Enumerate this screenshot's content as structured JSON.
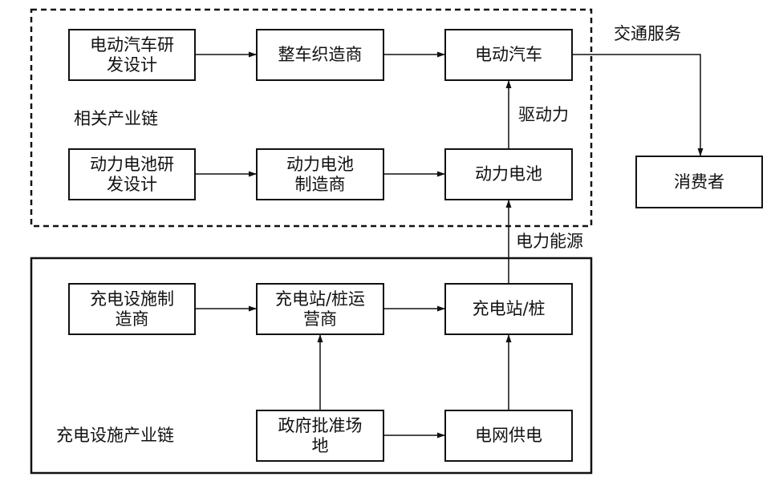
{
  "upper_group": {
    "label": "相关产业链"
  },
  "lower_group": {
    "label": "充电设施产业链"
  },
  "nodes": {
    "ev_rd": "电动汽车研\n发设计",
    "vehicle_maker": "整车织造商",
    "ev": "电动汽车",
    "battery_rd": "动力电池研\n发设计",
    "battery_maker": "动力电池\n制造商",
    "battery": "动力电池",
    "consumer": "消费者",
    "charging_maker": "充电设施制\n造商",
    "charging_operator": "充电站/桩运\n营商",
    "charging_station": "充电站/桩",
    "gov_site": "政府批准场\n地",
    "grid_power": "电网供电"
  },
  "edge_labels": {
    "traffic_service": "交通服务",
    "driving_force": "驱动力",
    "electric_energy": "电力能源"
  }
}
